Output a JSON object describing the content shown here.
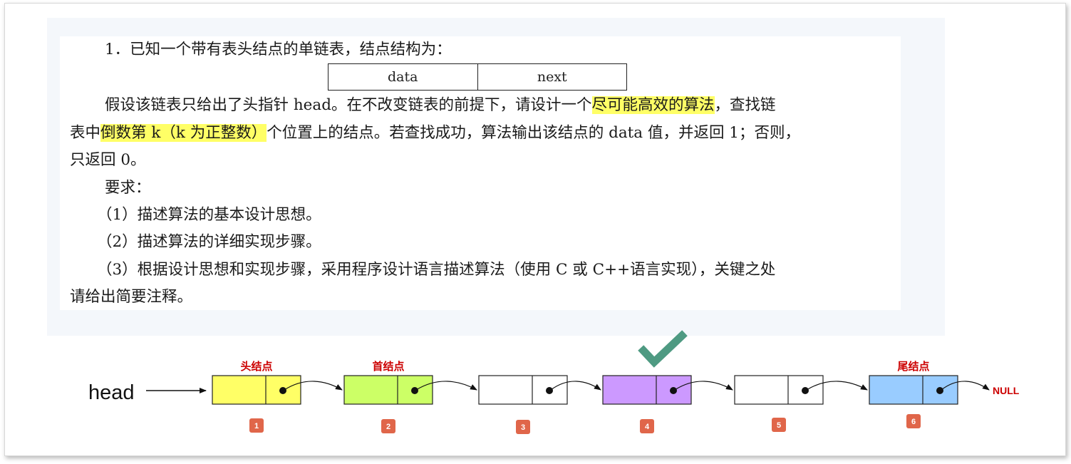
{
  "problem": {
    "lines": [
      "1．已知一个带有表头结点的单链表，结点结构为：",
      "只返回 0。",
      "要求：",
      "（1）描述算法的基本设计思想。",
      "（2）描述算法的详细实现步骤。",
      "（3）根据设计思想和实现步骤，采用程序设计语言描述算法（使用 C 或 C++语言实现），关键之处",
      "请给出简要注释。"
    ],
    "para2_a": "假设该链表只给出了头指针 head。在不改变链表的前提下，请设计一个",
    "para2_hl": "尽可能高效的算法",
    "para2_b": "，查找链",
    "para3_a": "表中",
    "para3_hl": "倒数第 k（k 为正整数）",
    "para3_b": "个位置上的结点。若查找成功，算法输出该结点的 data 值，并返回 1；否则，",
    "struct_fields": [
      "data",
      "next"
    ]
  },
  "diagram": {
    "head_label": "head",
    "null_label": "NULL",
    "nodes": [
      {
        "number": "1",
        "fill": "#ffff66",
        "caption": "头结点"
      },
      {
        "number": "2",
        "fill": "#ccff66",
        "caption": "首结点"
      },
      {
        "number": "3",
        "fill": "#ffffff",
        "caption": ""
      },
      {
        "number": "4",
        "fill": "#cc99ff",
        "caption": "",
        "checked": true
      },
      {
        "number": "5",
        "fill": "#ffffff",
        "caption": ""
      },
      {
        "number": "6",
        "fill": "#99ccff",
        "caption": "尾结点"
      }
    ],
    "colors": {
      "caption": "#cc0000",
      "badge": "#e0664a",
      "check": "#4e9a82",
      "null": "#cc0000"
    }
  }
}
